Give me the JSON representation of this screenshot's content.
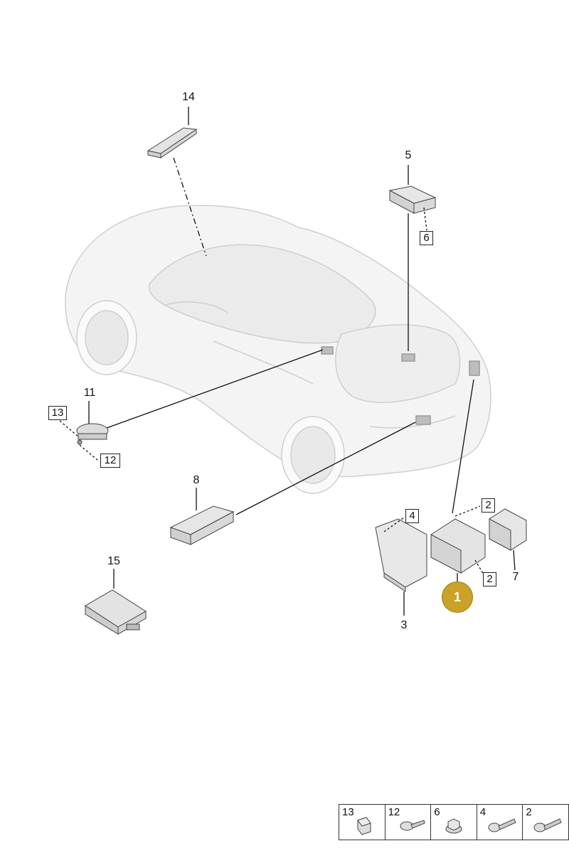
{
  "callouts": {
    "c14": "14",
    "c5": "5",
    "c6": "6",
    "c11": "11",
    "c13": "13",
    "c12": "12",
    "c8": "8",
    "c4": "4",
    "c2a": "2",
    "c2b": "2",
    "c7": "7",
    "c3": "3",
    "c15": "15",
    "c1": "1"
  },
  "legend": [
    {
      "num": "13",
      "icon": "nut-icon"
    },
    {
      "num": "12",
      "icon": "screw-icon"
    },
    {
      "num": "6",
      "icon": "hex-nut-icon"
    },
    {
      "num": "4",
      "icon": "bolt-icon"
    },
    {
      "num": "2",
      "icon": "bolt-icon"
    }
  ],
  "colors": {
    "highlight": "#c9a227",
    "car_outline": "#cfcfcf",
    "part_fill": "#e6e6e6",
    "line": "#111111"
  }
}
